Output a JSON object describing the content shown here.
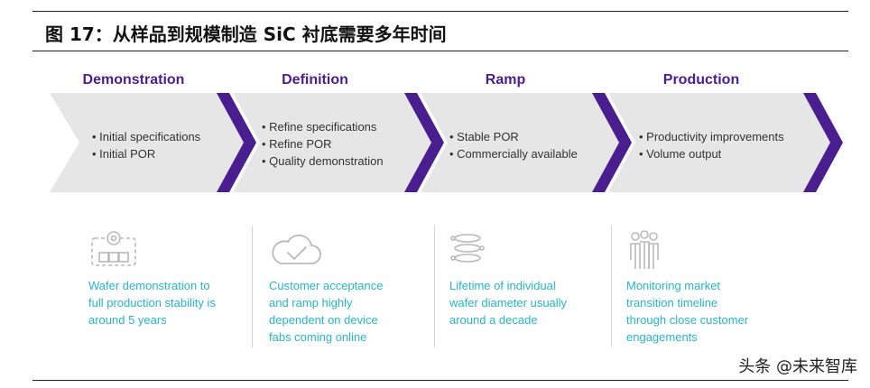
{
  "title": "图 17：从样品到规模制造 SiC 衬底需要多年时间",
  "stages": [
    {
      "name": "Demonstration",
      "bullets": [
        "Initial specifications",
        "Initial POR"
      ]
    },
    {
      "name": "Definition",
      "bullets": [
        "Refine specifications",
        "Refine POR",
        "Quality demonstration"
      ]
    },
    {
      "name": "Ramp",
      "bullets": [
        "Stable POR",
        "Commercially available"
      ]
    },
    {
      "name": "Production",
      "bullets": [
        "Productivity improvements",
        "Volume output"
      ]
    }
  ],
  "details": [
    {
      "icon": "wafer-process-icon",
      "lines": [
        "Wafer demonstration to",
        "full production stability is",
        "around 5 years"
      ]
    },
    {
      "icon": "cloud-check-icon",
      "lines": [
        "Customer acceptance",
        "and ramp highly",
        "dependent on device",
        "fabs coming online"
      ]
    },
    {
      "icon": "wafer-stack-icon",
      "lines": [
        "Lifetime of individual",
        "wafer diameter usually",
        "around a decade"
      ]
    },
    {
      "icon": "people-group-icon",
      "lines": [
        "Monitoring market",
        "transition timeline",
        "through close customer",
        "engagements"
      ]
    }
  ],
  "colors": {
    "stage_title": "#4b1e8f",
    "chevron_fill": "#e6e6e6",
    "chevron_accent": "#4b1e8f",
    "detail_text": "#26b5c9"
  },
  "watermark": "头条 @未来智库"
}
